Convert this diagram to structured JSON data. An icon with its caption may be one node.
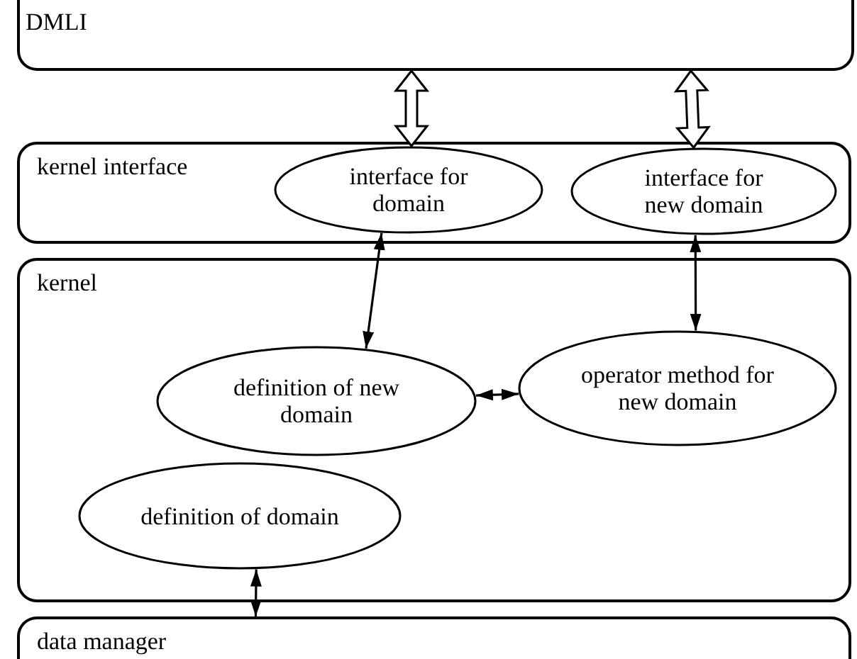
{
  "diagram": {
    "nodes": [
      {
        "text": [
          "DMLI"
        ]
      },
      {
        "text": [
          "kernel interface"
        ]
      },
      {
        "text": [
          "interface for domain"
        ],
        "in": 1
      },
      {
        "text": [
          "interface for new domain"
        ],
        "in": 1
      },
      {
        "text": [
          "kernel"
        ]
      },
      {
        "text": [
          "definition of new domain"
        ],
        "in": 4
      },
      {
        "text": [
          "definition of domain"
        ],
        "in": 4
      },
      {
        "text": [
          "operator method for new domain"
        ],
        "in": 4
      },
      {
        "text": [
          "data manager"
        ]
      }
    ],
    "edges": [
      {
        "from": 0,
        "to": 2,
        "arrow": "both",
        "style": "thick"
      },
      {
        "from": 0,
        "to": 3,
        "arrow": "both",
        "style": "thick"
      },
      {
        "from": 2,
        "to": 5,
        "arrow": "both"
      },
      {
        "from": 3,
        "to": 7,
        "arrow": "both"
      },
      {
        "from": 5,
        "to": 7,
        "arrow": "both"
      },
      {
        "from": 6,
        "to": 8,
        "arrow": "both"
      }
    ]
  }
}
